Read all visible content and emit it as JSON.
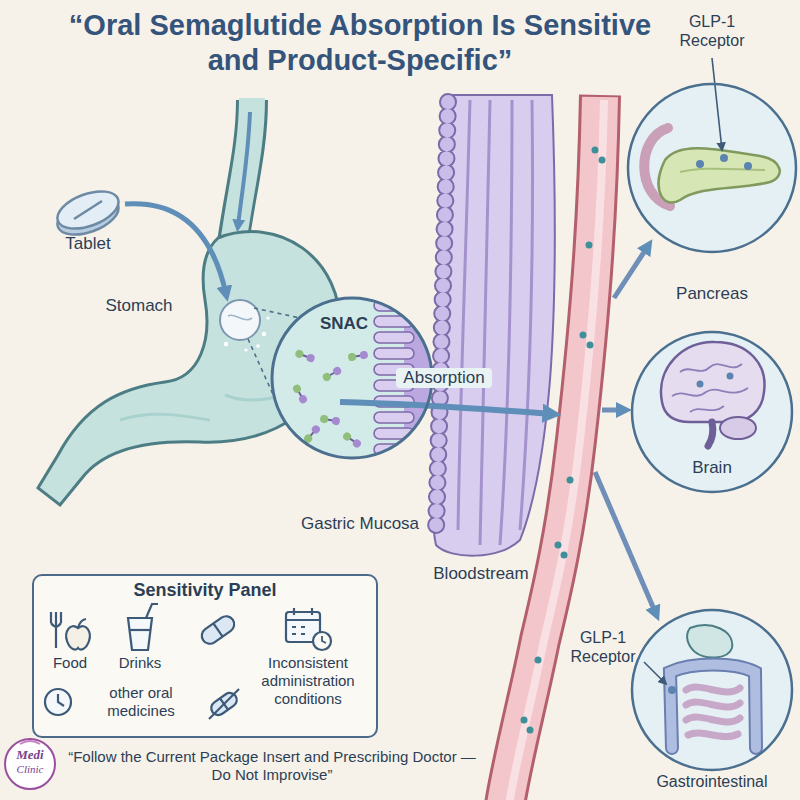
{
  "diagram": {
    "title": "“Oral Semaglutide Absorption Is Sensitive and Product-Specific”",
    "caption": "“Follow the Current Package Insert and Prescribing Doctor — Do Not Improvise”",
    "nodes": [
      {
        "text": [
          "GLP-1 Receptor",
          "Pancreas"
        ]
      },
      {
        "text": [
          "SNAC",
          "Absorption"
        ]
      },
      {
        "text": [
          "Brain"
        ]
      },
      {
        "text": [
          "Sensitivity Panel",
          "Food",
          "Drinks",
          "other oral medicines",
          "Inconsistent administration conditions"
        ]
      },
      {
        "text": [
          "GLP-1 Receptor",
          "Gastrointestinal"
        ]
      }
    ],
    "labels": [
      "Tablet",
      "Stomach",
      "Gastric Mucosa",
      "Bloodstream",
      "Medi",
      "Clinic"
    ]
  }
}
